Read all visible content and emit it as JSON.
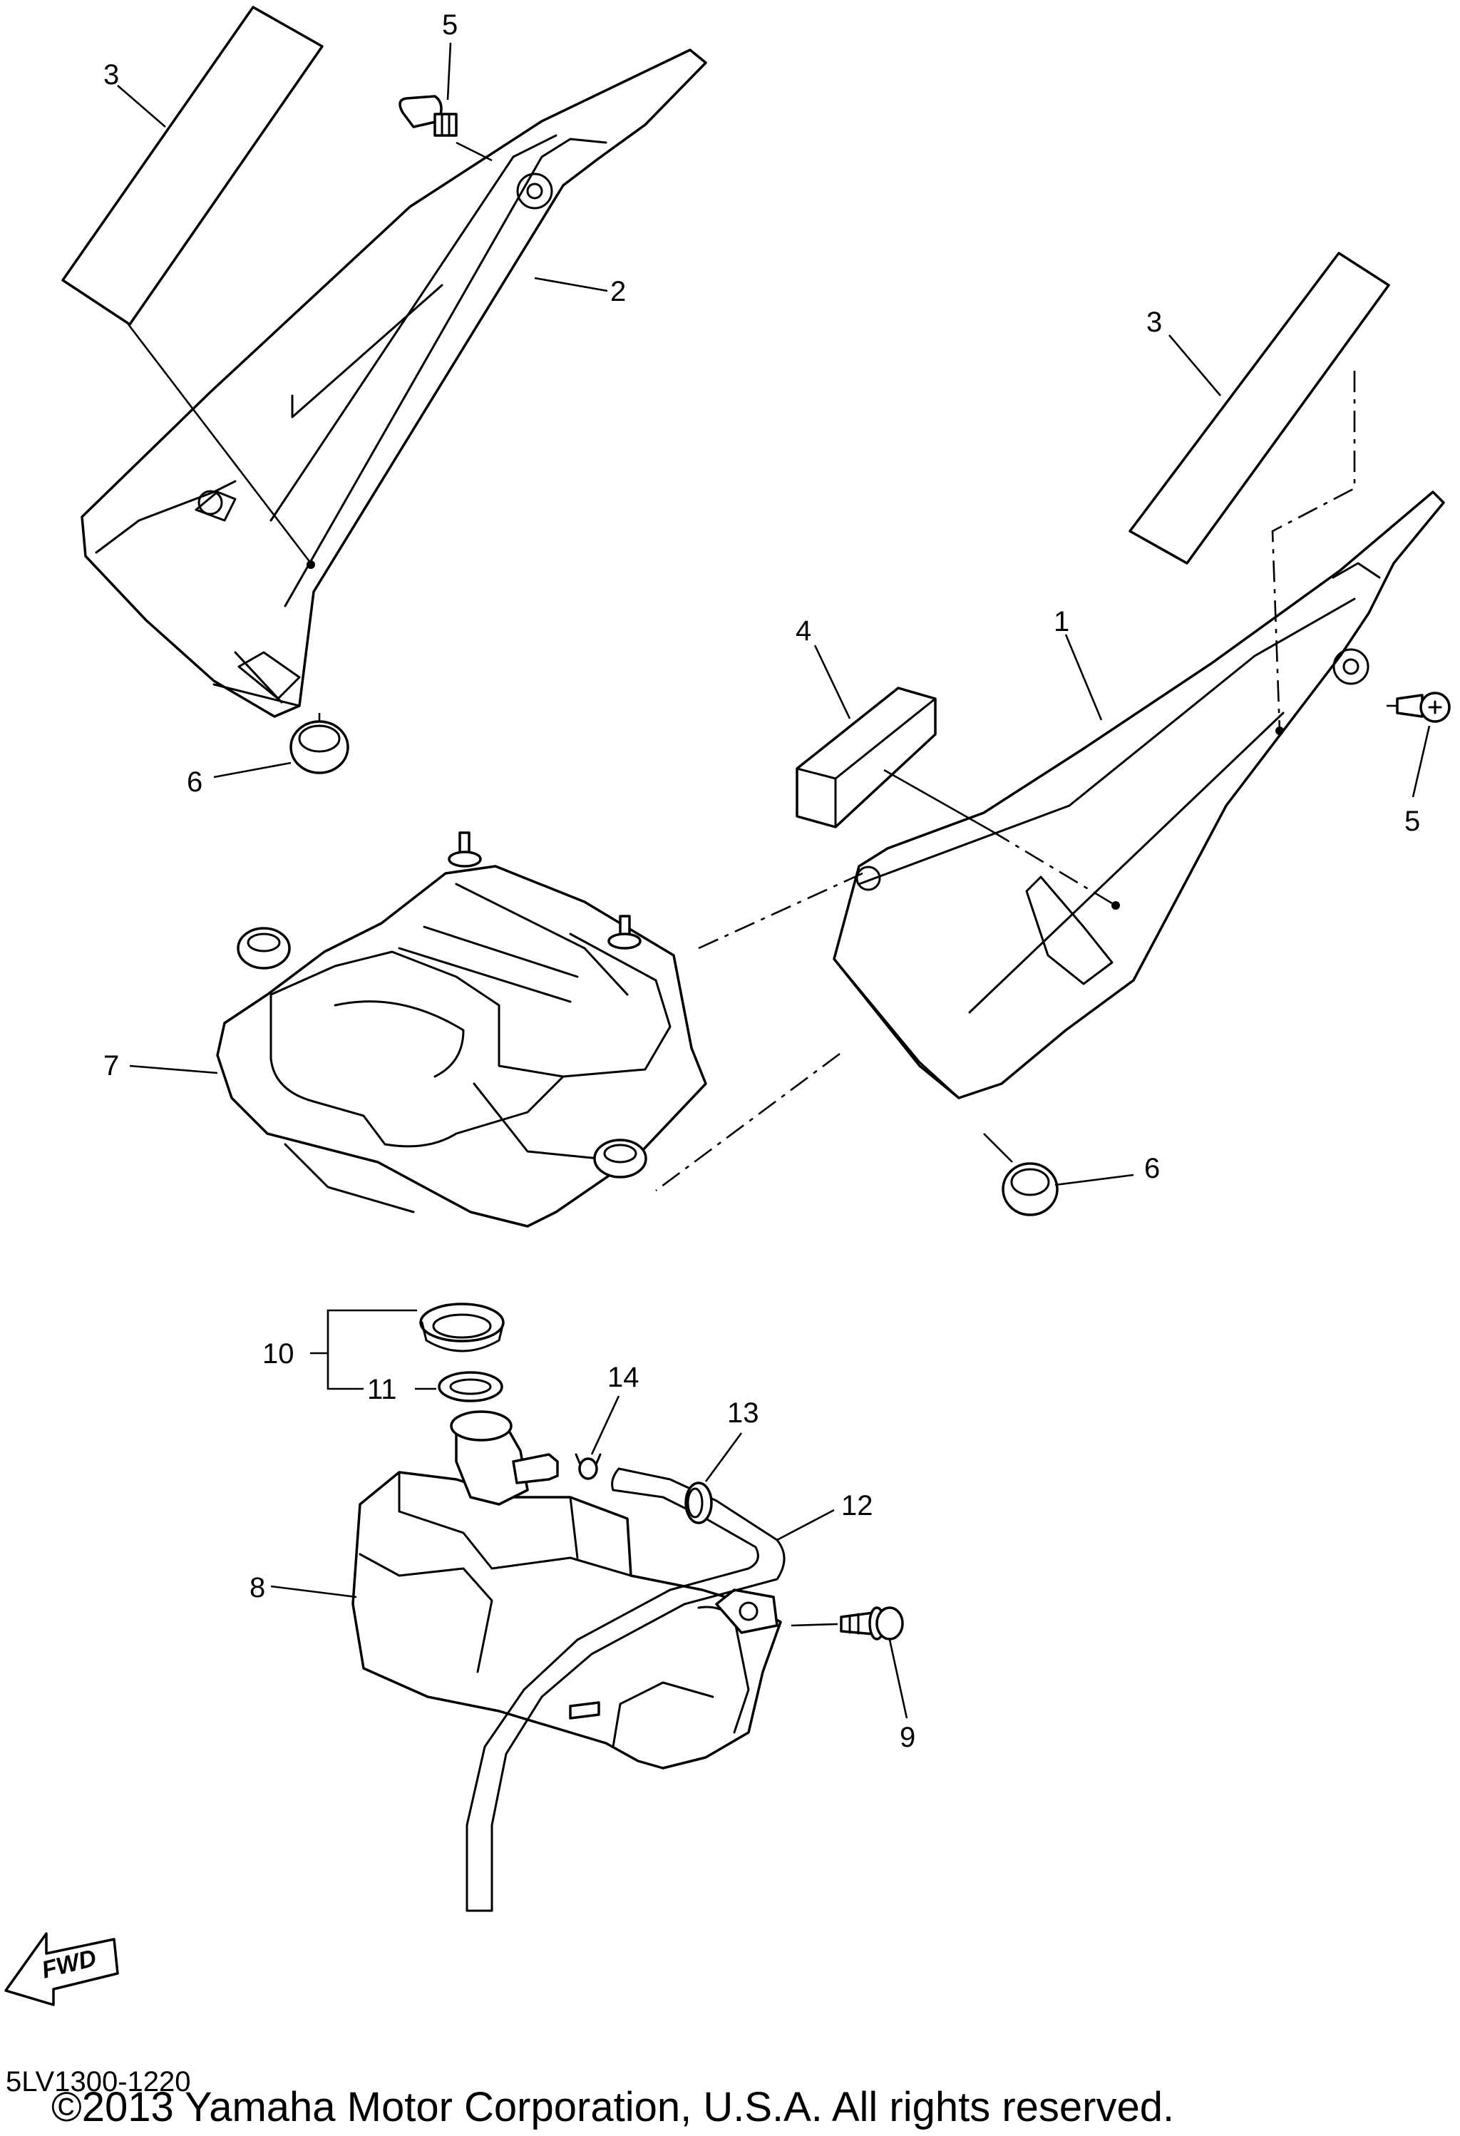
{
  "diagram": {
    "code": "5LV1300-1220",
    "copyright": "©2013 Yamaha Motor Corporation, U.S.A. All rights reserved.",
    "fwd_label": "FWD",
    "callouts": {
      "left_cover_3": "3",
      "left_cover_5": "5",
      "left_cover_2": "2",
      "left_cover_6": "6",
      "right_cover_3": "3",
      "right_cover_4": "4",
      "right_cover_1": "1",
      "right_cover_5": "5",
      "right_cover_6": "6",
      "tray_7": "7",
      "cap_10": "10",
      "gasket_11": "11",
      "clip_14": "14",
      "grommet_13": "13",
      "hose_12": "12",
      "tank_8": "8",
      "bolt_9": "9"
    }
  }
}
